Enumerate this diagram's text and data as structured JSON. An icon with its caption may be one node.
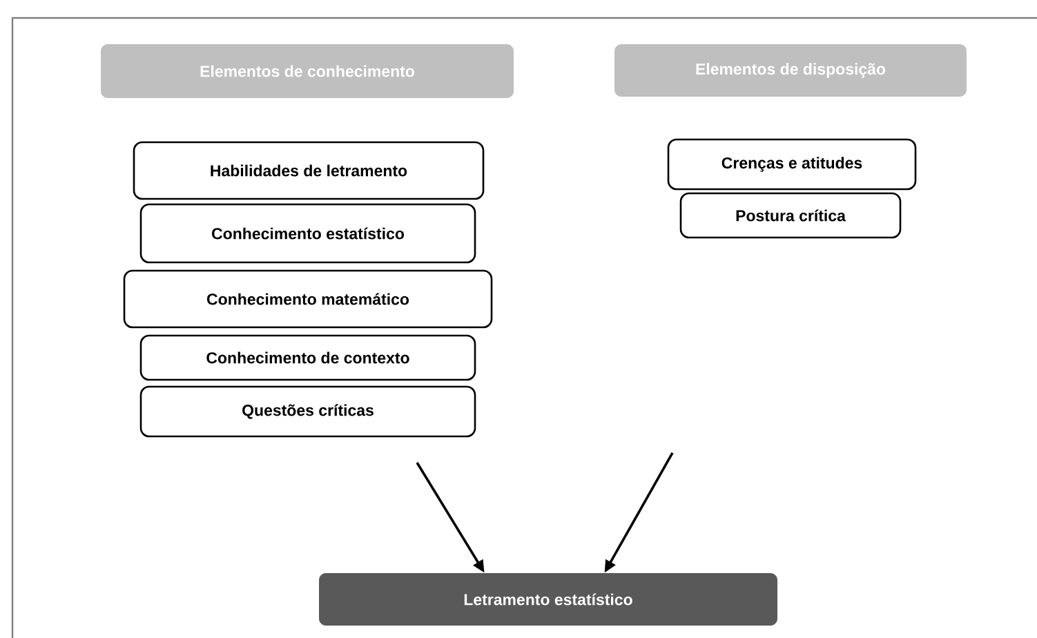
{
  "diagram": {
    "nodes": [
      {
        "text": [
          "Elementos de conhecimento"
        ]
      },
      {
        "text": [
          "Elementos de disposição"
        ]
      },
      {
        "text": [
          "Habilidades de letramento"
        ]
      },
      {
        "text": [
          "Conhecimento estatístico"
        ]
      },
      {
        "text": [
          "Conhecimento matemático"
        ]
      },
      {
        "text": [
          "Conhecimento de contexto"
        ]
      },
      {
        "text": [
          "Questões críticas"
        ]
      },
      {
        "text": [
          "Crenças e atitudes"
        ]
      },
      {
        "text": [
          "Postura crítica"
        ]
      },
      {
        "text": [
          "Letramento estatístico"
        ]
      }
    ],
    "edges": [
      {
        "from": null,
        "to": 9,
        "arrow": "to"
      },
      {
        "from": null,
        "to": 9,
        "arrow": "to"
      }
    ]
  }
}
